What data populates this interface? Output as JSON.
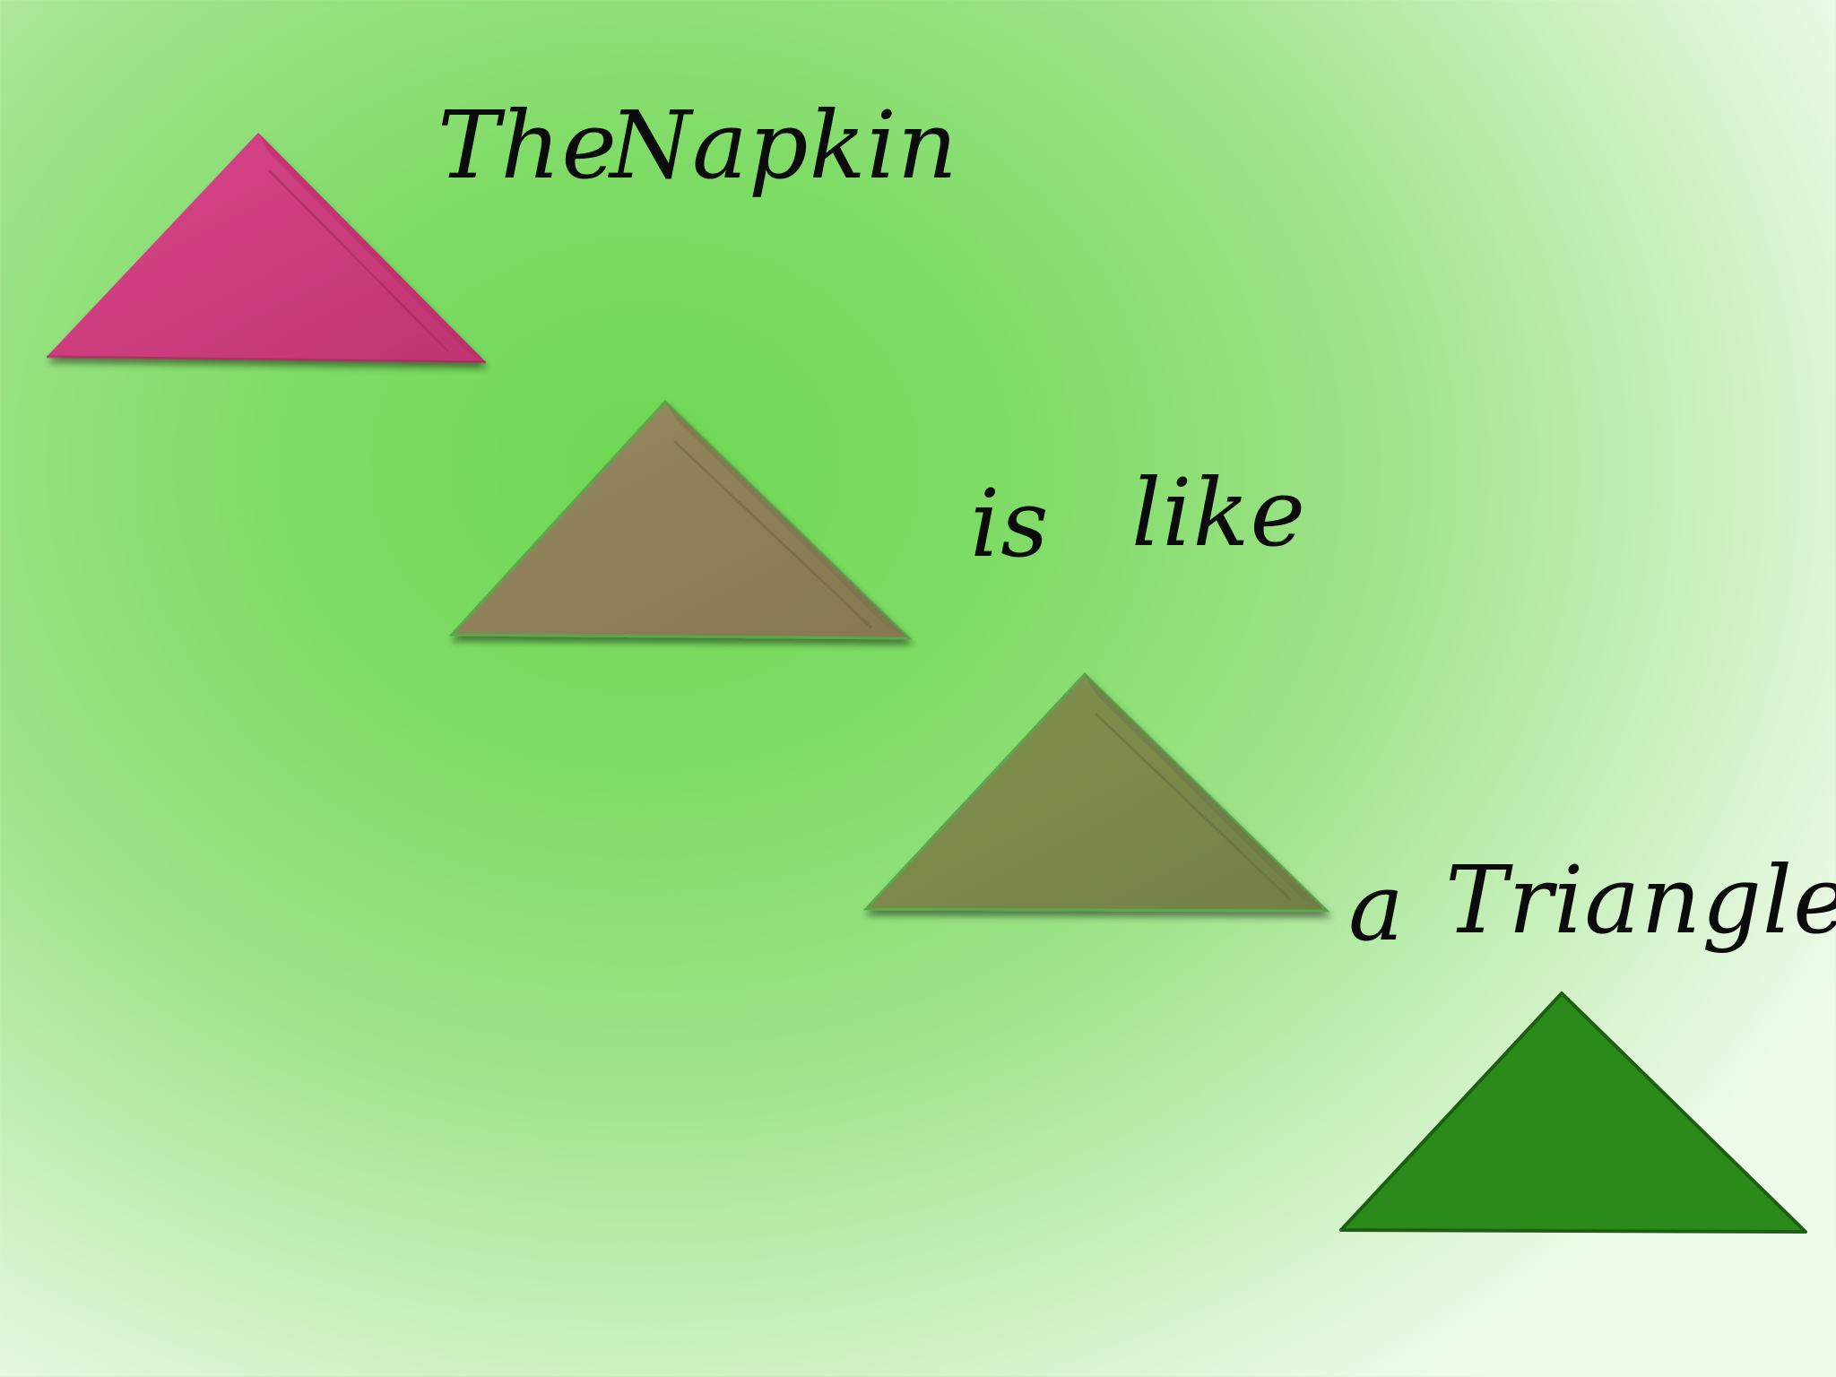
{
  "slide": {
    "background_colors": [
      "#6fd855",
      "#9fe38a",
      "#eefbea"
    ],
    "words": {
      "the": "The",
      "napkin": "Napkin",
      "is": "is",
      "like": "like",
      "a": "a",
      "triangle": "Triangle"
    },
    "napkins": [
      {
        "name": "pink-napkin",
        "color": "#d03d7d",
        "shade": "#b72e69"
      },
      {
        "name": "tan-napkin",
        "color": "#8f8258",
        "shade": "#7a6f4a"
      },
      {
        "name": "olive-napkin",
        "color": "#7c8a4e",
        "shade": "#697642"
      },
      {
        "name": "green-triangle",
        "color": "#2a8a1a",
        "shade": "#1f6d12"
      }
    ]
  }
}
